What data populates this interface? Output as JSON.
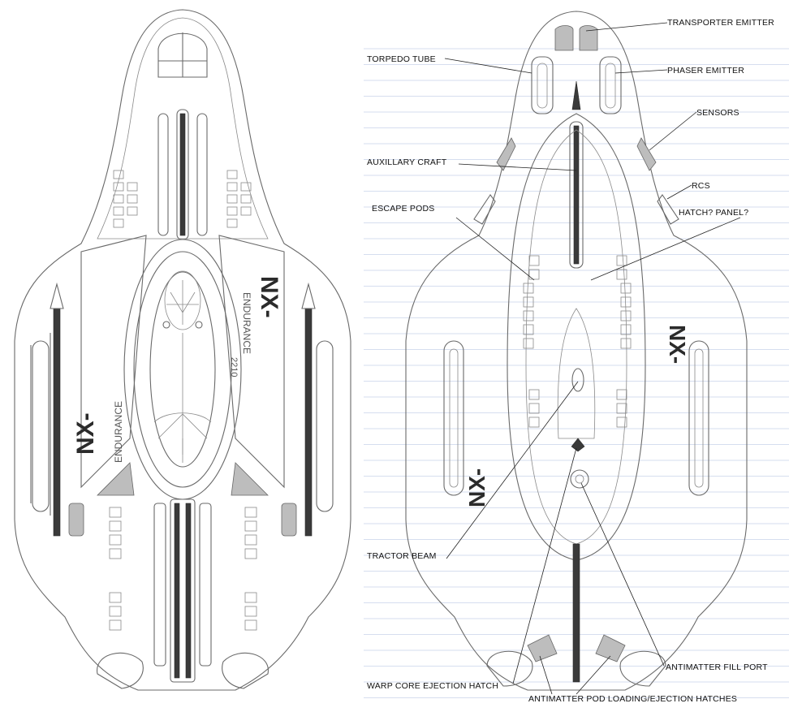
{
  "views": {
    "left": {
      "hull_marking": "NX-",
      "registry_text": "ENDURANCE",
      "registry_number": "2210"
    },
    "right": {
      "hull_marking": "NX-"
    }
  },
  "labels": [
    "TRANSPORTER EMITTER",
    "TORPEDO TUBE",
    "PHASER EMITTER",
    "SENSORS",
    "AUXILLARY CRAFT",
    "RCS",
    "ESCAPE PODS",
    "HATCH? PANEL?",
    "TRACTOR BEAM",
    "ANTIMATTER FILL PORT",
    "WARP CORE EJECTION HATCH",
    "ANTIMATTER POD LOADING/EJECTION HATCHES"
  ]
}
